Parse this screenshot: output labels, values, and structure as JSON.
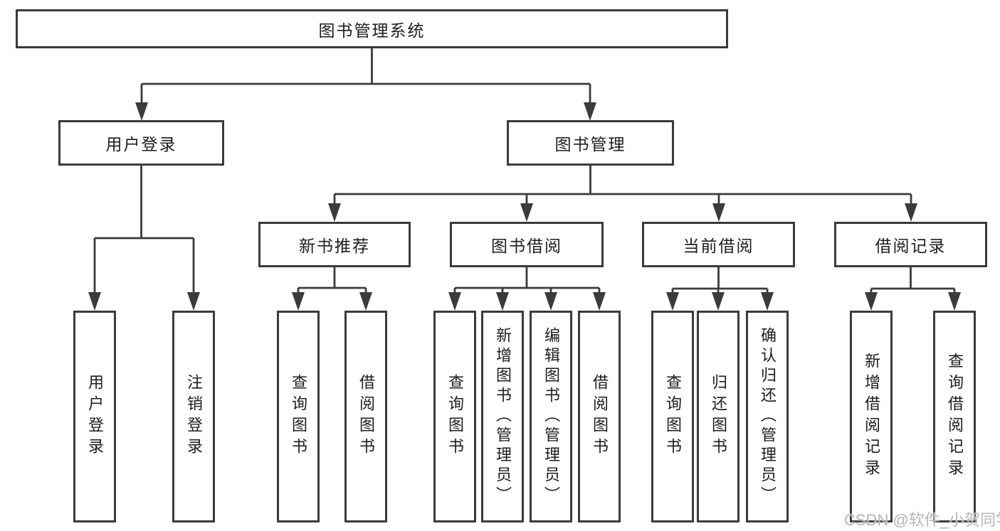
{
  "tree": {
    "root": "图书管理系统",
    "children": [
      {
        "label": "用户登录",
        "children": [
          "用户登录",
          "注销登录"
        ]
      },
      {
        "label": "图书管理",
        "children": [
          {
            "label": "新书推荐",
            "children": [
              "查询图书",
              "借阅图书"
            ]
          },
          {
            "label": "图书借阅",
            "children": [
              "查询图书",
              "新增图书（管理员）",
              "编辑图书（管理员）",
              "借阅图书"
            ]
          },
          {
            "label": "当前借阅",
            "children": [
              "查询图书",
              "归还图书",
              "确认归还（管理员）"
            ]
          },
          {
            "label": "借阅记录",
            "children": [
              "新增借阅记录",
              "查询借阅记录"
            ]
          }
        ]
      }
    ]
  },
  "watermark": {
    "text": "CSDN @软件_小贺同学"
  },
  "colors": {
    "line": "#3b3b3b",
    "text": "#1d1d1d",
    "box_background": "#ffffff",
    "watermark": "#b5b5b5",
    "background": "#ffffff"
  }
}
